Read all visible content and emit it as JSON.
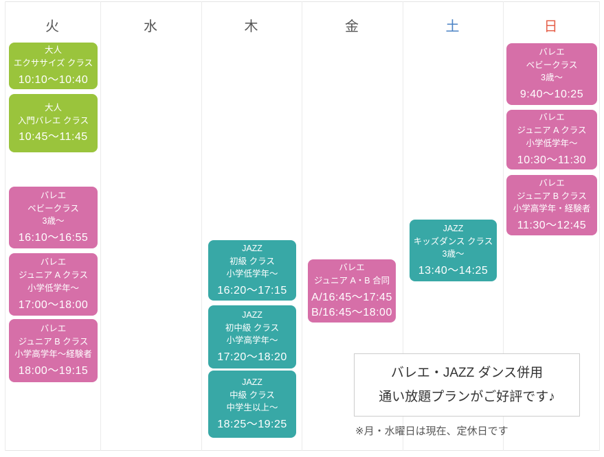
{
  "days": [
    {
      "label": "火",
      "classes": [
        {
          "type": "green",
          "lines": [
            "大人",
            "エクササイズ クラス"
          ],
          "times": [
            "10:10〜10:40"
          ]
        },
        {
          "type": "green",
          "lines": [
            "大人",
            "入門バレエ クラス"
          ],
          "times": [
            "10:45〜11:45"
          ]
        },
        {
          "type": "pink",
          "lines": [
            "バレエ",
            "ベビークラス",
            "3歳〜"
          ],
          "times": [
            "16:10〜16:55"
          ]
        },
        {
          "type": "pink",
          "lines": [
            "バレエ",
            "ジュニア A クラス",
            "小学低学年〜"
          ],
          "times": [
            "17:00〜18:00"
          ]
        },
        {
          "type": "pink",
          "lines": [
            "バレエ",
            "ジュニア B クラス",
            "小学高学年〜経験者"
          ],
          "times": [
            "18:00〜19:15"
          ]
        }
      ]
    },
    {
      "label": "水",
      "classes": []
    },
    {
      "label": "木",
      "classes": [
        {
          "type": "teal",
          "lines": [
            "JAZZ",
            "初級 クラス",
            "小学低学年〜"
          ],
          "times": [
            "16:20〜17:15"
          ]
        },
        {
          "type": "teal",
          "lines": [
            "JAZZ",
            "初中級 クラス",
            "小学高学年〜"
          ],
          "times": [
            "17:20〜18:20"
          ]
        },
        {
          "type": "teal",
          "lines": [
            "JAZZ",
            "中級 クラス",
            "中学生以上〜"
          ],
          "times": [
            "18:25〜19:25"
          ]
        }
      ]
    },
    {
      "label": "金",
      "classes": [
        {
          "type": "pink",
          "lines": [
            "バレエ",
            "ジュニア A・B 合同"
          ],
          "times": [
            "A/16:45〜17:45",
            "B/16:45〜18:00"
          ]
        }
      ]
    },
    {
      "label": "土",
      "classes": [
        {
          "type": "teal",
          "lines": [
            "JAZZ",
            "キッズダンス クラス",
            "3歳〜"
          ],
          "times": [
            "13:40〜14:25"
          ]
        }
      ]
    },
    {
      "label": "日",
      "classes": [
        {
          "type": "pink",
          "lines": [
            "バレエ",
            "ベビークラス",
            "3歳〜"
          ],
          "times": [
            "9:40〜10:25"
          ]
        },
        {
          "type": "pink",
          "lines": [
            "バレエ",
            "ジュニア A クラス",
            "小学低学年〜"
          ],
          "times": [
            "10:30〜11:30"
          ]
        },
        {
          "type": "pink",
          "lines": [
            "バレエ",
            "ジュニア B クラス",
            "小学高学年・経験者"
          ],
          "times": [
            "11:30〜12:45"
          ]
        }
      ]
    }
  ],
  "notice": {
    "line1": "バレエ・JAZZ ダンス併用",
    "line2": "通い放題プランがご好評です♪"
  },
  "footnote": "※月・水曜日は現在、定休日です",
  "colors": {
    "adult_green": "#9ac43c",
    "ballet_pink": "#d66fa8",
    "jazz_teal": "#38a8a6",
    "weekday_label": "#555555",
    "saturday_label": "#4a82c4",
    "sunday_label": "#e5604a"
  }
}
